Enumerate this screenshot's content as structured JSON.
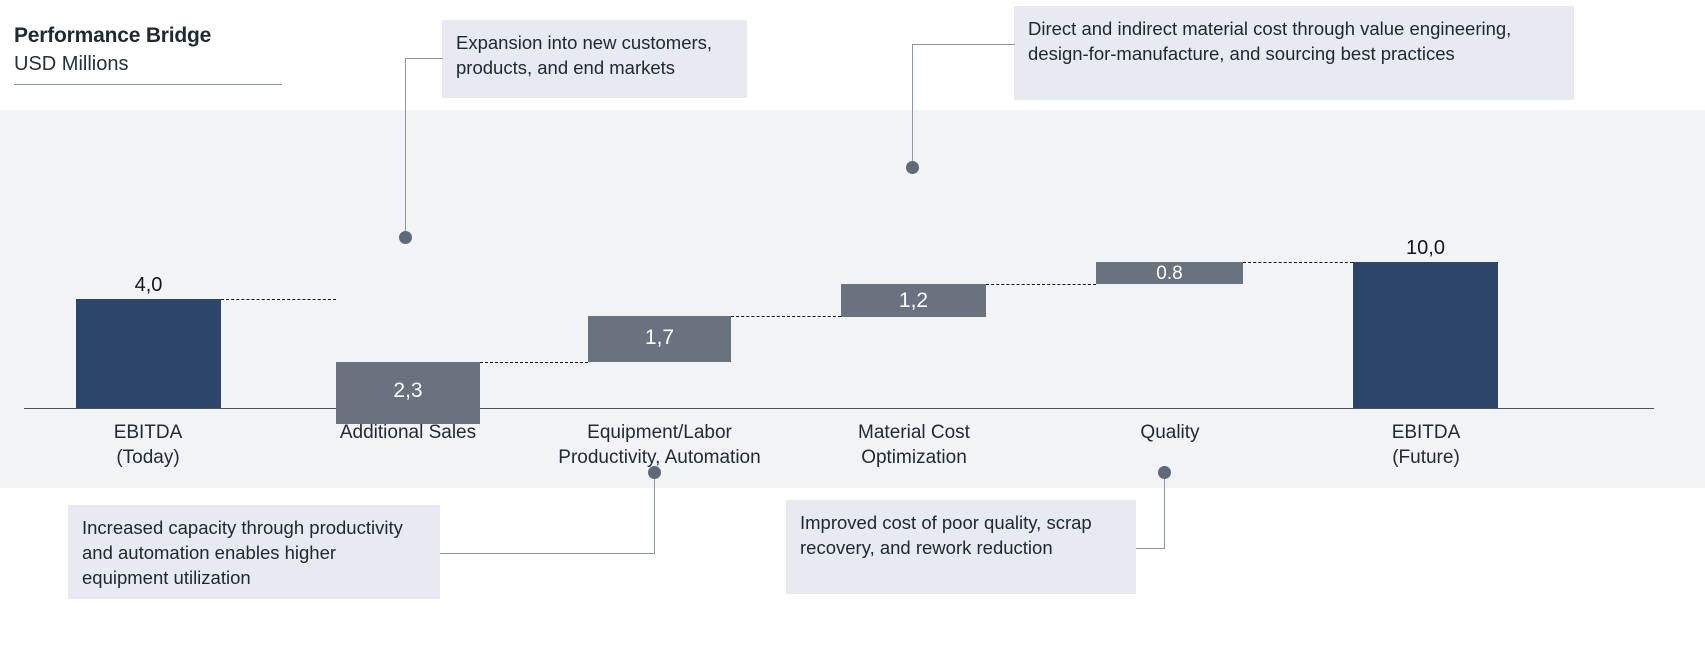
{
  "header": {
    "title": "Performance Bridge",
    "subtitle": "USD Millions"
  },
  "chart_data": {
    "type": "bar",
    "subtype": "waterfall",
    "title": "Performance Bridge",
    "subtitle": "USD Millions",
    "xlabel": "",
    "ylabel": "USD Millions",
    "ylim": [
      0,
      10
    ],
    "grid": false,
    "legend": "none",
    "value_labels": [
      "4,0",
      "2,3",
      "1,7",
      "1,2",
      "0.8",
      "10,0"
    ],
    "categories": [
      "EBITDA\n(Today)",
      "Additional Sales",
      "Equipment/Labor\nProductivity, Automation",
      "Material Cost\nOptimization",
      "Quality",
      "EBITDA\n(Future)"
    ],
    "values": [
      4.0,
      2.3,
      1.7,
      1.2,
      0.8,
      10.0
    ],
    "cumulative_base": [
      0.0,
      4.0,
      6.3,
      8.0,
      9.2,
      0.0
    ],
    "bar_kinds": [
      "total",
      "increase",
      "increase",
      "increase",
      "increase",
      "total"
    ],
    "colors": {
      "total_bar": "#2c4568",
      "delta_bar": "#69727f",
      "plot_background": "#f1f3f6",
      "callout_background": "#e7ebf1",
      "axis": "#4a5560",
      "leader": "#8d98a4",
      "leader_dot": "#5d6a78"
    }
  },
  "bars": [
    {
      "label": "4,0",
      "category_line1": "EBITDA",
      "category_line2": "(Today)"
    },
    {
      "label": "2,3",
      "category_line1": "Additional Sales",
      "category_line2": ""
    },
    {
      "label": "1,7",
      "category_line1": "Equipment/Labor",
      "category_line2": "Productivity, Automation"
    },
    {
      "label": "1,2",
      "category_line1": "Material Cost",
      "category_line2": "Optimization"
    },
    {
      "label": "0.8",
      "category_line1": "Quality",
      "category_line2": ""
    },
    {
      "label": "10,0",
      "category_line1": "EBITDA",
      "category_line2": "(Future)"
    }
  ],
  "callouts": {
    "additional_sales": "Expansion into new customers, products, and end markets",
    "material_cost": "Direct and indirect material cost through value engineering, design-for-manufacture, and sourcing best practices",
    "equipment_labor": "Increased capacity through productivity and automation enables higher equipment utilization",
    "quality": "Improved cost of poor quality, scrap recovery, and rework reduction"
  }
}
